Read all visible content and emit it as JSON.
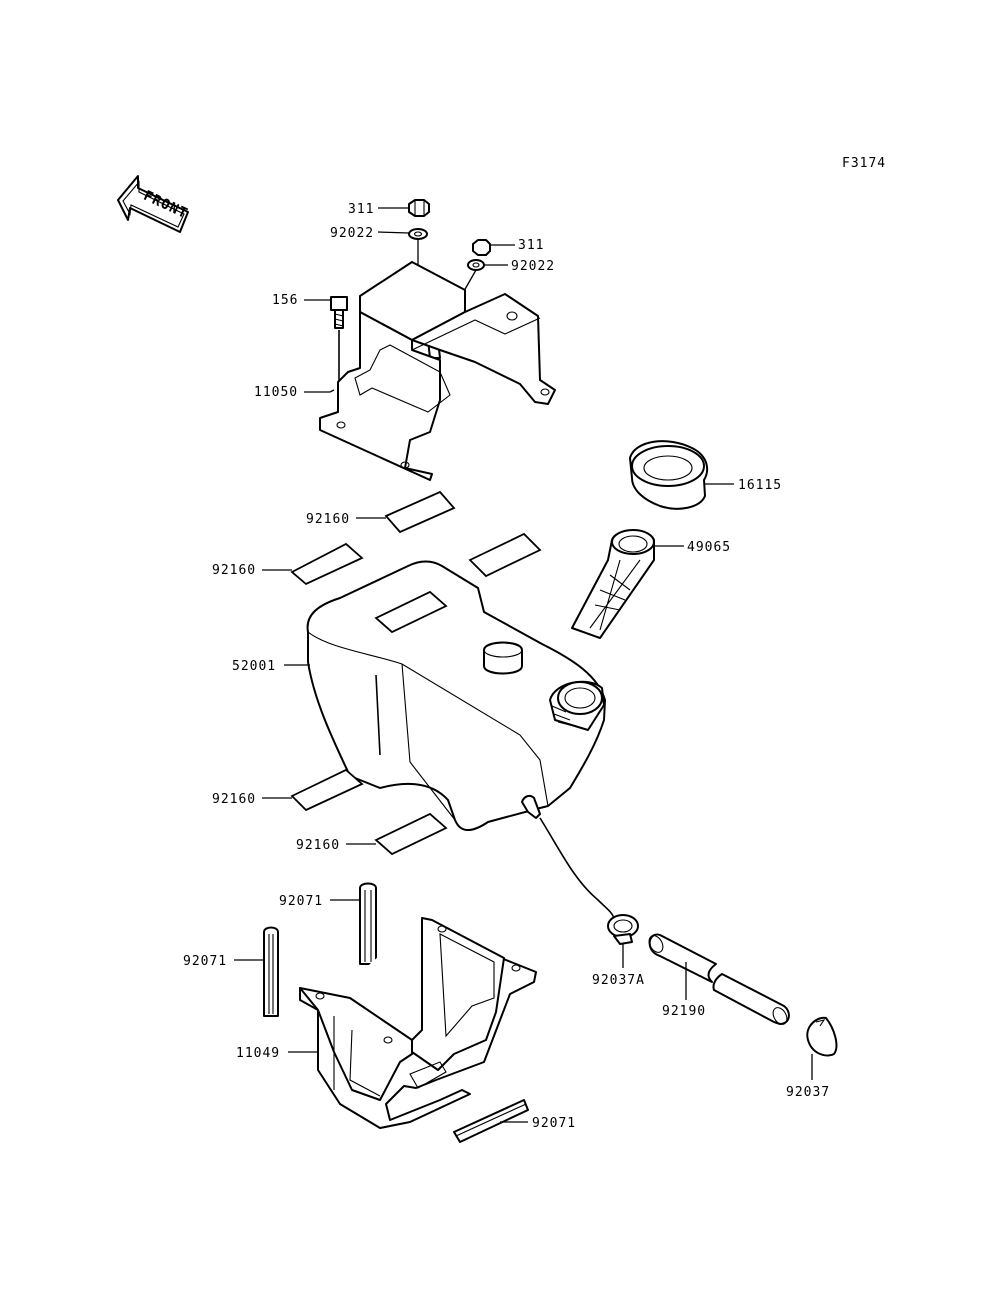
{
  "figure_code": "F3174",
  "front_label": "FRONT",
  "labels": {
    "nut_311_a": "311",
    "washer_92022_a": "92022",
    "nut_311_b": "311",
    "washer_92022_b": "92022",
    "bolt_156": "156",
    "bracket_11050": "11050",
    "cap_16115": "16115",
    "filter_49065": "49065",
    "pad_92160_a": "92160",
    "pad_92160_b": "92160",
    "tank_52001": "52001",
    "pad_92160_c": "92160",
    "pad_92160_d": "92160",
    "cushion_92071_a": "92071",
    "cushion_92071_b": "92071",
    "clamp_92037A": "92037A",
    "hose_92190": "92190",
    "bracket_11049": "11049",
    "clamp_92037": "92037",
    "cushion_92071_c": "92071"
  }
}
